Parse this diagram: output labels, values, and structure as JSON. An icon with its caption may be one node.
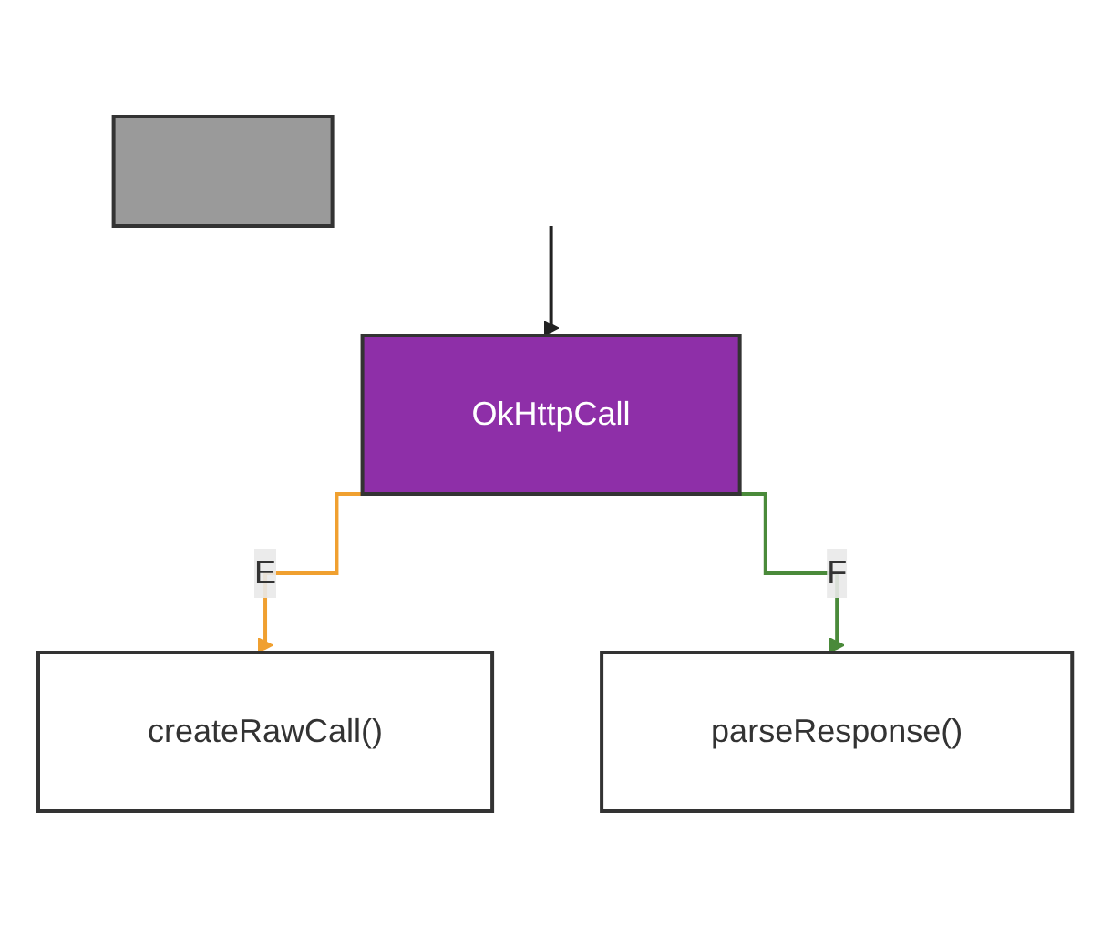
{
  "diagram": {
    "nodes": [
      {
        "text": [
          "OkHttpCall"
        ]
      },
      {
        "text": [
          "createRawCall()"
        ]
      },
      {
        "text": [
          "parseResponse()"
        ]
      },
      {
        "text": [],
        "shape": "box"
      }
    ],
    "edges": [
      {
        "from": null,
        "to": 0,
        "arrow": "to"
      },
      {
        "from": 0,
        "to": 1,
        "arrow": "to",
        "label": "E",
        "color": "#f0a030"
      },
      {
        "from": 0,
        "to": 2,
        "arrow": "to",
        "label": "F",
        "color": "#4a8a3a"
      }
    ]
  }
}
